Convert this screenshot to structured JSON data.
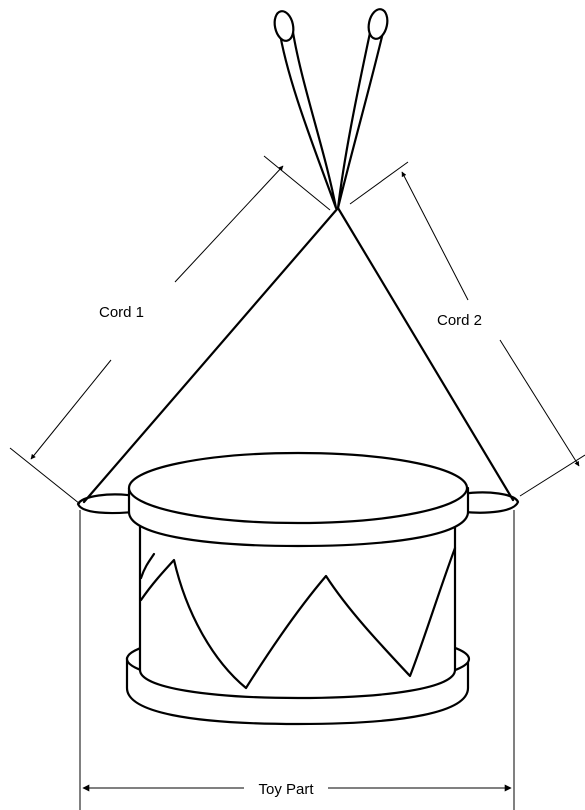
{
  "labels": {
    "cord1": "Cord 1",
    "cord2": "Cord 2",
    "toy_part": "Toy Part"
  }
}
